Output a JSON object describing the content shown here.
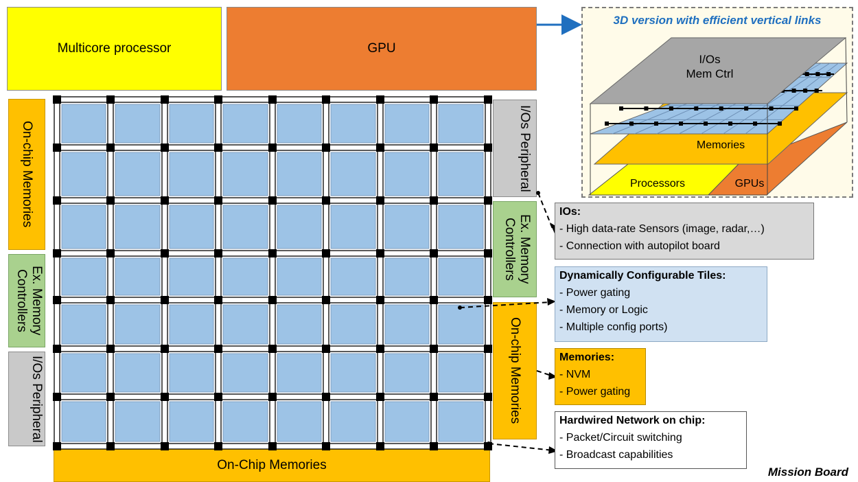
{
  "blocks": {
    "multicore": "Multicore processor",
    "gpu": "GPU",
    "left_memories": "On-chip Memories",
    "left_ex_mem": "Ex. Memory Controllers",
    "left_io": "I/Os Peripheral",
    "right_io": "I/Os Peripheral",
    "right_ex_mem": "Ex. Memory Controllers",
    "right_memories": "On-chip Memories",
    "bottom_memories": "On-Chip Memories"
  },
  "panel": {
    "title": "3D version with efficient vertical links",
    "io_line1": "I/Os",
    "io_line2": "Mem Ctrl",
    "memories": "Memories",
    "processors": "Processors",
    "gpus": "GPUs"
  },
  "callouts": {
    "ios": {
      "title": "IOs:",
      "lines": [
        "- High data-rate Sensors (image, radar,…)",
        "- Connection with autopilot board"
      ]
    },
    "tiles": {
      "title": "Dynamically Configurable Tiles:",
      "lines": [
        "- Power gating",
        "- Memory or Logic",
        "- Multiple config ports)"
      ]
    },
    "memories": {
      "title": "Memories:",
      "lines": [
        "- NVM",
        "- Power gating"
      ]
    },
    "noc": {
      "title": "Hardwired Network on chip:",
      "lines": [
        "- Packet/Circuit switching",
        "- Broadcast capabilities"
      ]
    }
  },
  "footer": "Mission Board",
  "colors": {
    "tile": "#9dc3e6",
    "yellow": "#ffff00",
    "gpu": "#ed7d31",
    "memory": "#ffc000",
    "controller": "#a9d18e",
    "io": "#c9c9c9",
    "link_blue": "#1f6fbf"
  }
}
